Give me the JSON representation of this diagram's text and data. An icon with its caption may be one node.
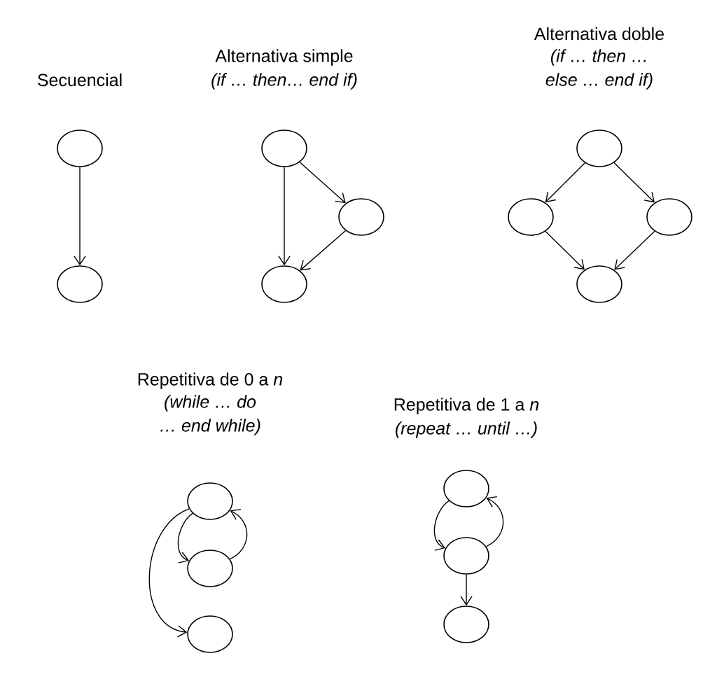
{
  "diagram": {
    "nodes": [
      {
        "text": [],
        "shape": "ellipse"
      },
      {
        "text": [],
        "shape": "ellipse"
      },
      {
        "text": [],
        "shape": "ellipse"
      },
      {
        "text": [],
        "shape": "ellipse"
      },
      {
        "text": [],
        "shape": "ellipse"
      },
      {
        "text": [],
        "shape": "ellipse"
      },
      {
        "text": [],
        "shape": "ellipse"
      },
      {
        "text": [],
        "shape": "ellipse"
      },
      {
        "text": [],
        "shape": "ellipse"
      },
      {
        "text": [],
        "shape": "ellipse"
      },
      {
        "text": [],
        "shape": "ellipse"
      },
      {
        "text": [],
        "shape": "ellipse"
      },
      {
        "text": [],
        "shape": "ellipse"
      },
      {
        "text": [],
        "shape": "ellipse"
      },
      {
        "text": [],
        "shape": "ellipse"
      }
    ],
    "edges": [
      {
        "from": 0,
        "to": 1,
        "arrow": "to"
      },
      {
        "from": 2,
        "to": 4,
        "arrow": "to"
      },
      {
        "from": 2,
        "to": 3,
        "arrow": "to"
      },
      {
        "from": 3,
        "to": 4,
        "arrow": "to"
      },
      {
        "from": 5,
        "to": 6,
        "arrow": "to"
      },
      {
        "from": 5,
        "to": 7,
        "arrow": "to"
      },
      {
        "from": 6,
        "to": 8,
        "arrow": "to"
      },
      {
        "from": 7,
        "to": 8,
        "arrow": "to"
      },
      {
        "from": 9,
        "to": 10,
        "arrow": "to"
      },
      {
        "from": 10,
        "to": 9,
        "arrow": "to"
      },
      {
        "from": 9,
        "to": 11,
        "arrow": "to"
      },
      {
        "from": 12,
        "to": 13,
        "arrow": "to"
      },
      {
        "from": 13,
        "to": 12,
        "arrow": "to"
      },
      {
        "from": 13,
        "to": 14,
        "arrow": "to"
      }
    ],
    "labels": [
      "Secuencial",
      "Alternativa simple",
      "(if … then… end if)",
      "Alternativa doble",
      "(if … then …",
      "else … end if)",
      "Repetitiva de 0 a *n*",
      "(while … do",
      "… end while)",
      "Repetitiva de 1 a *n*",
      "(repeat … until …)"
    ]
  }
}
